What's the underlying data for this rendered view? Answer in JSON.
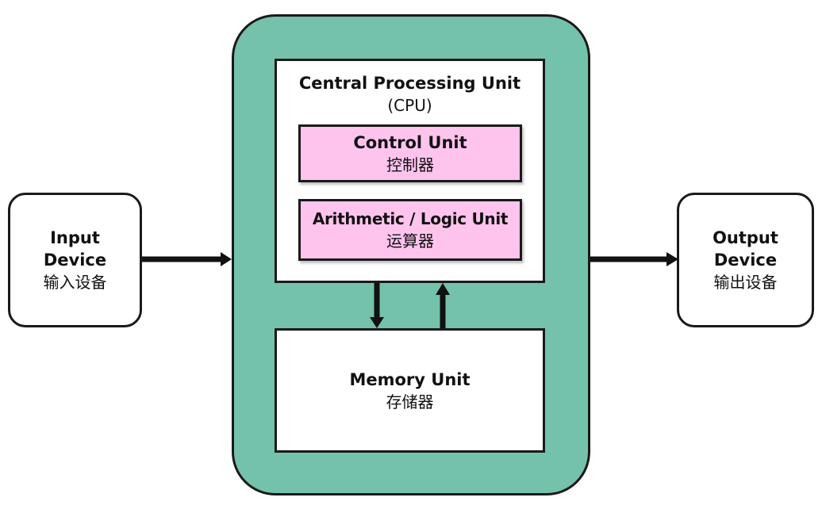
{
  "input_device": {
    "title_line1": "Input",
    "title_line2": "Device",
    "subtitle": "输入设备"
  },
  "output_device": {
    "title_line1": "Output",
    "title_line2": "Device",
    "subtitle": "输出设备"
  },
  "cpu": {
    "title": "Central Processing Unit",
    "abbr": "(CPU)"
  },
  "control_unit": {
    "title": "Control Unit",
    "subtitle": "控制器"
  },
  "alu": {
    "title": "Arithmetic / Logic Unit",
    "subtitle": "运算器"
  },
  "memory_unit": {
    "title": "Memory Unit",
    "subtitle": "存储器"
  },
  "colors": {
    "computer": "#74c2ab",
    "unit": "#ffc4ee"
  }
}
